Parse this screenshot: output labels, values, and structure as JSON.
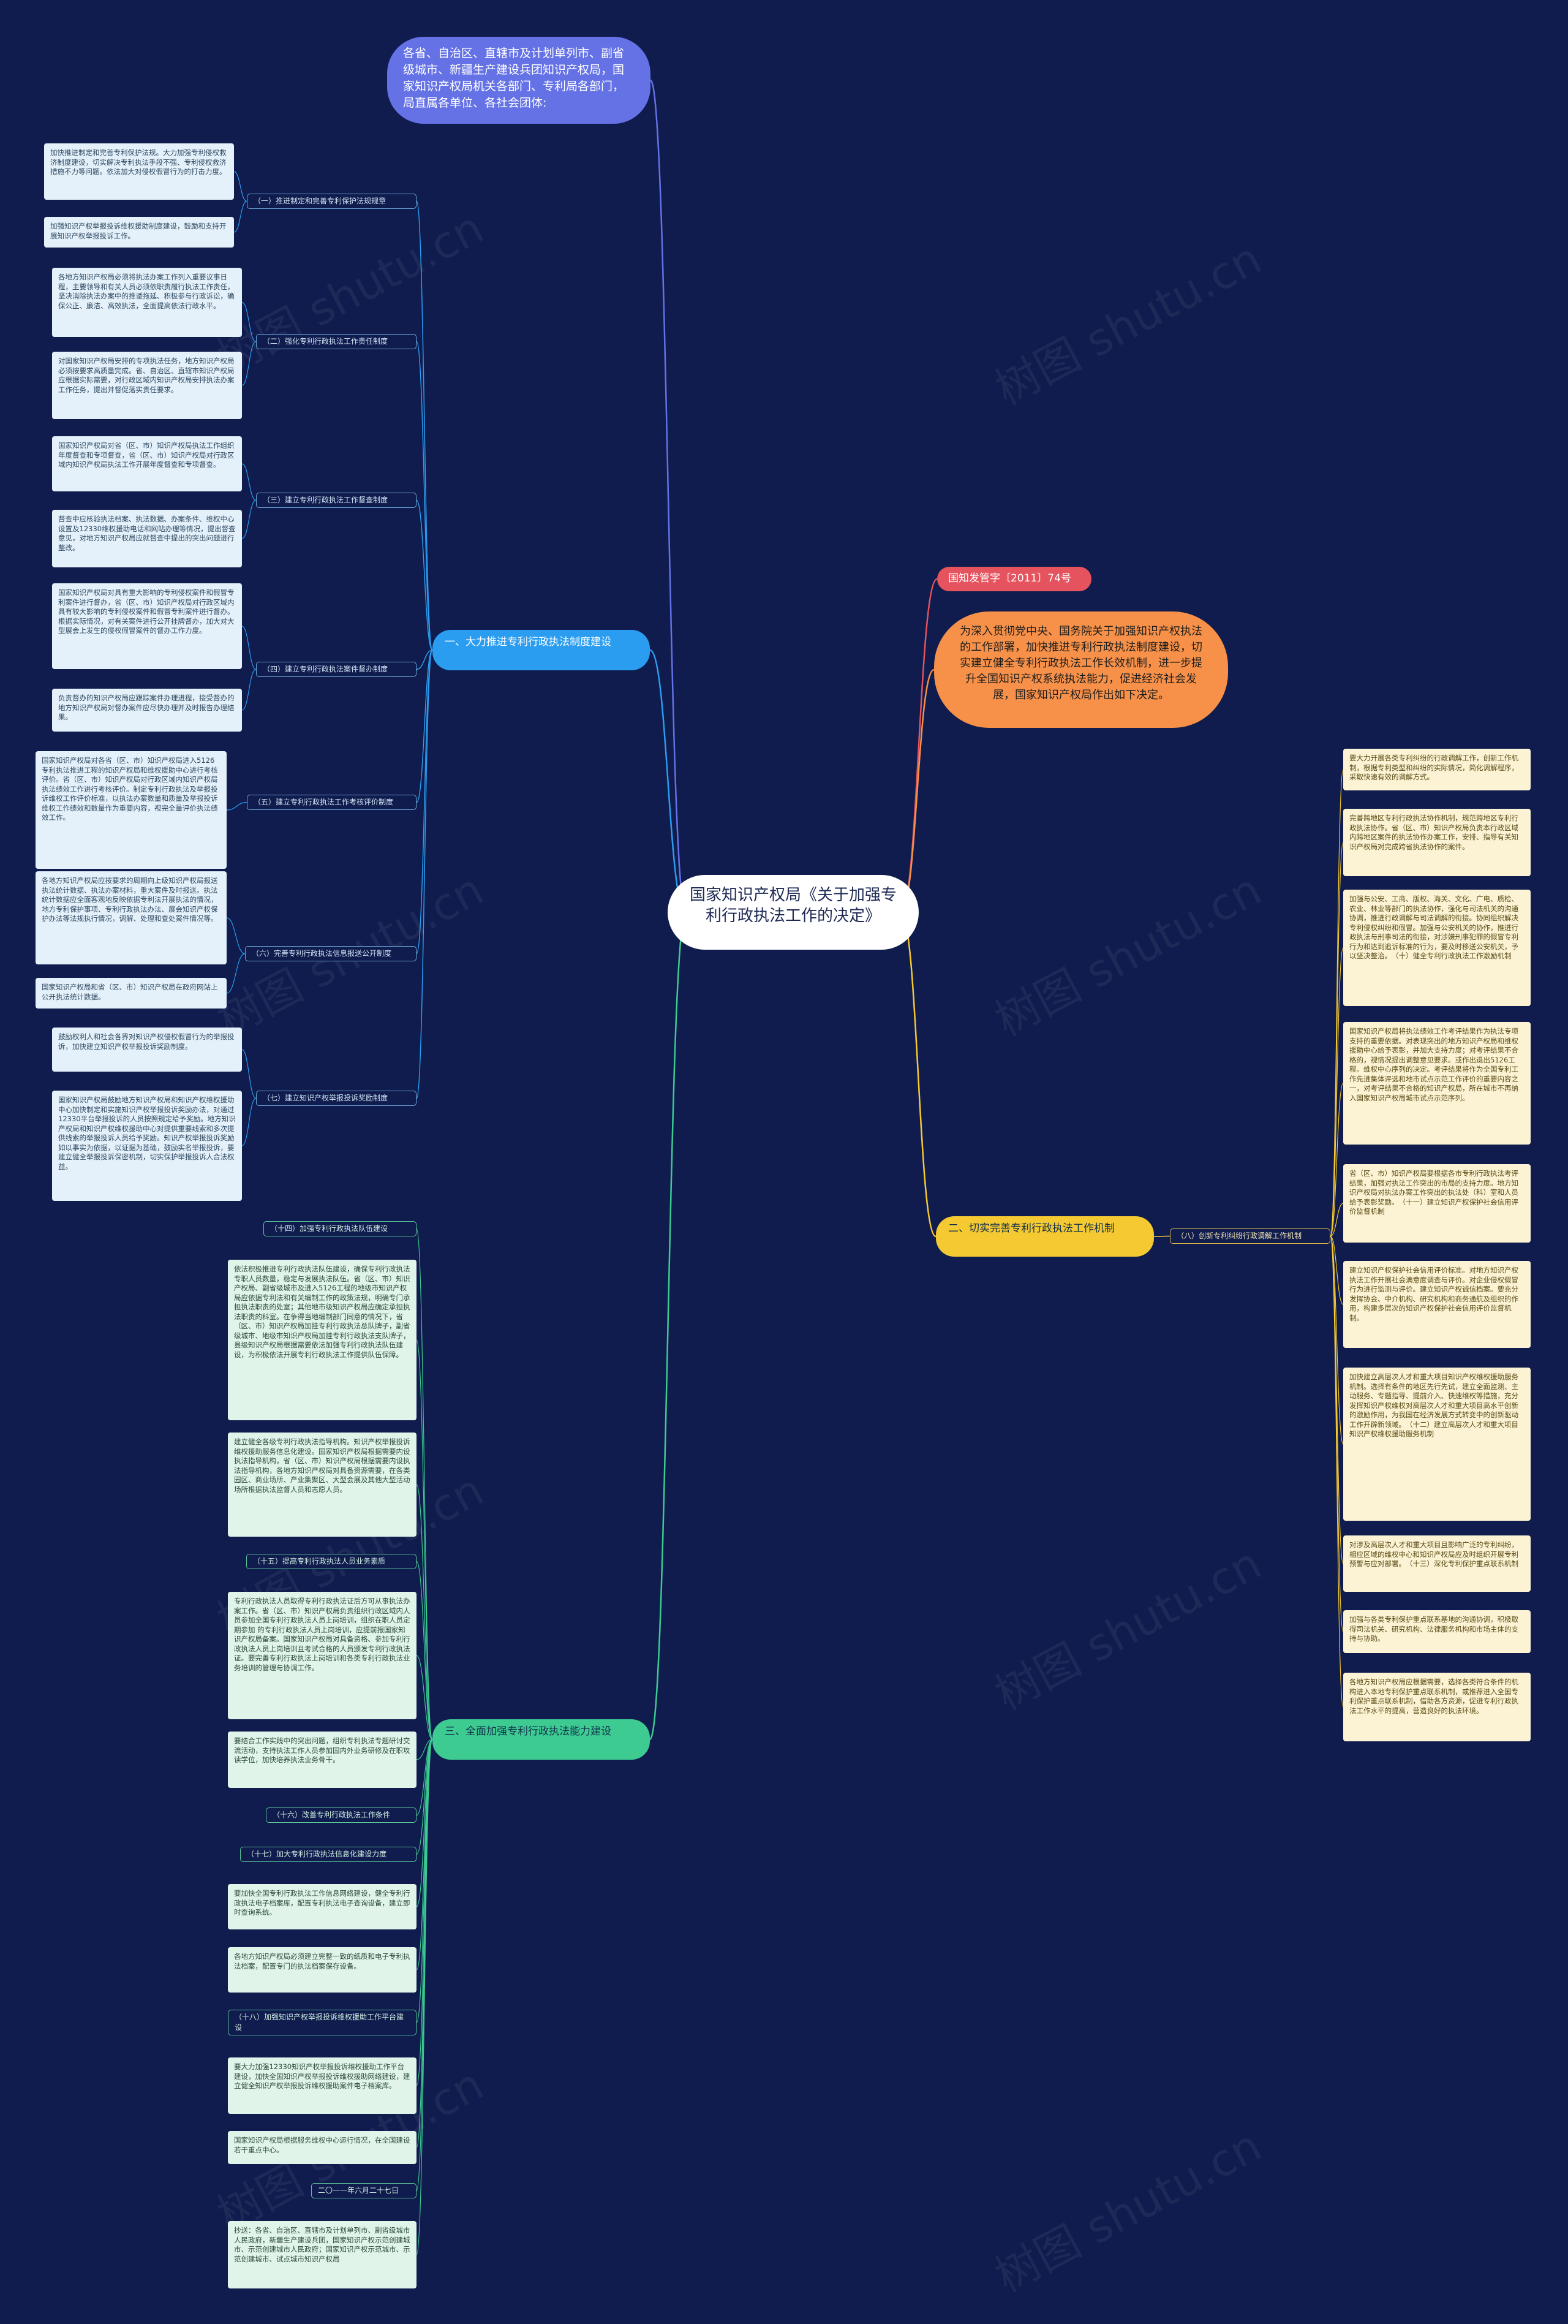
{
  "colors": {
    "background": "#0f1c4d",
    "branch1": "#2b9df0",
    "branch2": "#f5c932",
    "branch3": "#3dcb92",
    "intro": "#6472e6",
    "doc_no": "#e5535f",
    "preamble": "#f79149"
  },
  "root": "国家知识产权局《关于加强专利行政执法工作的决定》",
  "intro": "各省、自治区、直辖市及计划单列市、副省级城市、新疆生产建设兵团知识产权局，国家知识产权局机关各部门、专利局各部门，局直属各单位、各社会团体:",
  "doc_no": "国知发管字〔2011〕74号",
  "preamble": "为深入贯彻党中央、国务院关于加强知识产权执法的工作部署，加快推进专利行政执法制度建设，切实建立健全专利行政执法工作长效机制，进一步提升全国知识产权系统执法能力，促进经济社会发展，国家知识产权局作出如下决定。",
  "branch1": {
    "title": "一、大力推进专利行政执法制度建设",
    "items": [
      {
        "label": "（一）推进制定和完善专利保护法规规章",
        "boxes": [
          "加快推进制定和完善专利保护法规。大力加强专利侵权救济制度建设，切实解决专利执法手段不强、专利侵权救济措施不力等问题。依法加大对侵权假冒行为的打击力度。",
          "加强知识产权举报投诉维权援助制度建设，鼓励和支持开展知识产权举报投诉工作。"
        ]
      },
      {
        "label": "（二）强化专利行政执法工作责任制度",
        "boxes": [
          "各地方知识产权局必须将执法办案工作列入重要议事日程，主要领导和有关人员必须依职责履行执法工作责任，坚决消除执法办案中的推诿拖延、积极参与行政诉讼，确保公正、廉洁、高效执法，全面提高依法行政水平。",
          "对国家知识产权局安排的专项执法任务，地方知识产权局必须按要求高质量完成。省、自治区、直辖市知识产权局应根据实际需要，对行政区域内知识产权局安排执法办案工作任务，提出并督促落实责任要求。"
        ]
      },
      {
        "label": "（三）建立专利行政执法工作督查制度",
        "boxes": [
          "国家知识产权局对省（区、市）知识产权局执法工作组织年度督查和专项督查，省（区、市）知识产权局对行政区域内知识产权局执法工作开展年度督查和专项督查。",
          "督查中应核验执法档案、执法数据、办案条件、维权中心设置及12330维权援助电话和网站办理等情况，提出督查意见，对地方知识产权局应就督查中提出的突出问题进行整改。"
        ]
      },
      {
        "label": "（四）建立专利行政执法案件督办制度",
        "boxes": [
          "国家知识产权局对具有重大影响的专利侵权案件和假冒专利案件进行督办，省（区、市）知识产权局对行政区域内具有较大影响的专利侵权案件和假冒专利案件进行督办。根据实际情况，对有关案件进行公开挂牌督办，加大对大型展会上发生的侵权假冒案件的督办工作力度。",
          "负责督办的知识产权局应跟踪案件办理进程，接受督办的地方知识产权局对督办案件应尽快办理并及时报告办理结果。"
        ]
      },
      {
        "label": "（五）建立专利行政执法工作考核评价制度",
        "boxes": [
          "国家知识产权局对各省（区、市）知识产权局进入5126专利执法推进工程的知识产权局和维权援助中心进行考核评价。省（区、市）知识产权局对行政区域内知识产权局执法绩效工作进行考核评价。制定专利行政执法及举报投诉维权工作评价标准，以执法办案数量和质量及举报投诉维权工作绩效和数量作为重要内容，视完全量评价执法绩效工作。"
        ]
      },
      {
        "label": "（六）完善专利行政执法信息报送公开制度",
        "boxes": [
          "各地方知识产权局应按要求的周期向上级知识产权局报送执法统计数据、执法办案材料，重大案件及时报送。执法统计数据应全面客观地反映依据专利法开展执法的情况，地方专利保护事项、专利行政执法办法、展会知识产权保护办法等法规执行情况，调解、处理和查处案件情况等。",
          "国家知识产权局和省（区、市）知识产权局在政府网站上公开执法统计数据。"
        ]
      },
      {
        "label": "（七）建立知识产权举报投诉奖励制度",
        "boxes": [
          "鼓励权利人和社会各界对知识产权侵权假冒行为的举报投诉，加快建立知识产权举报投诉奖励制度。",
          "国家知识产权局鼓励地方知识产权局和知识产权维权援助中心加快制定和实施知识产权举报投诉奖励办法，对通过12330平台举报投诉的人员按照规定给予奖励。地方知识产权局和知识产权维权援助中心对提供重要线索和多次提供线索的举报投诉人员给予奖励。知识产权举报投诉奖励如以事实为依据，以证据为基础，鼓励实名举报投诉，要建立健全举报投诉保密机制，切实保护举报投诉人合法权益。"
        ]
      }
    ]
  },
  "branch2": {
    "title": "二、切实完善专利行政执法工作机制",
    "label": "（八）创新专利纠纷行政调解工作机制",
    "boxes": [
      "要大力开展各类专利纠纷的行政调解工作，创新工作机制，根据专利类型和纠纷的实际情况，简化调解程序，采取快速有效的调解方式。",
      "完善跨地区专利行政执法协作机制，规范跨地区专利行政执法协作。省（区、市）知识产权局负责本行政区域内跨地区案件的执法协作办案工作，安排、指导有关知识产权局对完成跨省执法协作的案件。",
      "加强与公安、工商、版权、海关、文化、广电、质检、农业、林业等部门的执法协作，强化与司法机关的沟通协调，推进行政调解与司法调解的衔接。协同组织解决专利侵权纠纷和假冒。加强与公安机关的协作，推进行政执法与刑事司法的衔接，对涉嫌刑事犯罪的假冒专利行为和达到追诉标准的行为，要及时移送公安机关，予以坚决整治。　（十）健全专利行政执法工作激励机制",
      "国家知识产权局将执法绩效工作考评结果作为执法专项支持的重要依据。对表现突出的地方知识产权局和维权援助中心给予表彰，并加大支持力度；对考评结果不合格的，视情况提出调整意见要求。或作出退出5126工程。维权中心序列的决定。考评结果将作为全国专利工作先进集体评选和地市试点示范工作评价的重要内容之一，对考评结果不合格的知识产权局，所在城市不再纳入国家知识产权局城市试点示范序列。",
      "省（区、市）知识产权局要根据各市专利行政执法考评结果，加强对执法工作突出的市局的支持力度。地方知识产权局对执法办案工作突出的执法处（科）室和人员给予表彰奖励。　（十一）建立知识产权保护社会信用评价监督机制",
      "建立知识产权保护社会信用评价标准。对地方知识产权执法工作开展社会满意度调查与评价。对企业侵权假冒行为进行监测与评价。建立知识产权诚信档案。要充分发挥协会、中介机构、研究机构和商务通航及组织的作用，构建多层次的知识产权保护社会信用评价监督机制。",
      "加快建立高层次人才和重大项目知识产权维权援助服务机制。选择有条件的地区先行先试，建立全面监测、主动服务、专题指导、提前介入、快速维权等措施，充分发挥知识产权维权对高层次人才和重大项目高水平创新的激励作用，为我国在经济发展方式转变中的创新驱动工作开辟新领域。　（十二）建立高层次人才和重大项目知识产权维权援助服务机制",
      "对涉及高层次人才和重大项目且影响广泛的专利纠纷，相应区域的维权中心和知识产权局应及时组织开展专利预警与应对部署。　（十三）深化专利保护重点联系机制",
      "加强与各类专利保护重点联系基地的沟通协调，积极取得司法机关、研究机构、法律服务机构和市场主体的支持与协助。",
      "各地方知识产权局应根据需要，选择各类符合条件的机构进入本地专利保护重点联系机制，或推荐进入全国专利保护重点联系机制，借助各方资源，促进专利行政执法工作水平的提高，营造良好的执法环境。"
    ]
  },
  "branch3": {
    "title": "三、全面加强专利行政执法能力建设",
    "items": [
      {
        "type": "label",
        "text": "（十四）加强专利行政执法队伍建设"
      },
      {
        "type": "box",
        "text": "依法积极推进专利行政执法队伍建设，确保专利行政执法专职人员数量，稳定与发展执法队伍。省（区、市）知识产权局、副省级城市及进入5126工程的地级市知识产权局应依据专利法和有关编制工作的政策法规，明确专门承担执法职责的处室；其他地市级知识产权局应确定承担执法职责的科室。在争得当地编制部门同意的情况下，省（区、市）知识产权局加挂专利行政执法总队牌子，副省级城市、地级市知识产权局加挂专利行政执法支队牌子，县级知识产权局根据需要依法加强专利行政执法队伍建设，为积极依法开展专利行政执法工作提供队伍保障。"
      },
      {
        "type": "box",
        "text": "建立健全各级专利行政执法指导机构。知识产权举报投诉维权援助服务信息化建设。国家知识产权局根据需要内设执法指导机构，省（区、市）知识产权局根据需要内设执法指导机构，各地方知识产权局对具备资源需要，在各类园区、商业场所、产业集聚区、大型会展及其他大型活动场所根据执法监督人员和志愿人员。"
      },
      {
        "type": "label",
        "text": "（十五）提高专利行政执法人员业务素质"
      },
      {
        "type": "box",
        "text": "专利行政执法人员取得专利行政执法证后方可从事执法办案工作。省（区、市）知识产权局负责组织行政区域内人员参加全国专利行政执法人员上岗培训，组织在职人员定期参加 的专利行政执法人员上岗培训，应提前报国家知识产权局备案。国家知识产权局对具备资格、参加专利行政执法人员上岗培训且考试合格的人员颁发专利行政执法证。要完善专利行政执法上岗培训和各类专利行政执法业务培训的管理与协调工作。"
      },
      {
        "type": "box",
        "text": "要结合工作实践中的突出问题，组织专利执法专题研讨交流活动，支持执法工作人员参加国内外业务研修及在职攻读学位，加快培养执法业务骨干。"
      },
      {
        "type": "label",
        "text": "（十六）改善专利行政执法工作条件"
      },
      {
        "type": "label",
        "text": "（十七）加大专利行政执法信息化建设力度"
      },
      {
        "type": "box",
        "text": "要加快全国专利行政执法工作信息网络建设，健全专利行政执法电子档案库，配置专利执法电子查询设备，建立即时查询系统。"
      },
      {
        "type": "box",
        "text": "各地方知识产权局必须建立完整一致的纸质和电子专利执法档案，配置专门的执法档案保存设备。"
      },
      {
        "type": "label",
        "text": "（十八）加强知识产权举报投诉维权援助工作平台建设"
      },
      {
        "type": "box",
        "text": "要大力加强12330知识产权举报投诉维权援助工作平台建设，加快全国知识产权举报投诉维权援助网络建设，建立健全知识产权举报投诉维权援助案件电子档案库。"
      },
      {
        "type": "box",
        "text": "国家知识产权局根据服务维权中心运行情况，在全国建设若干重点中心。"
      },
      {
        "type": "label",
        "text": "二〇一一年六月二十七日"
      },
      {
        "type": "box",
        "text": "抄送：各省、自治区、直辖市及计划单列市、副省级城市人民政府，新疆生产建设兵团，国家知识产权示范创建城市、示范创建城市人民政府；国家知识产权示范城市、示范创建城市、试点城市知识产权局"
      }
    ]
  },
  "watermark": [
    "树图 shutu.cn",
    "树图 shutu.cn",
    "树图 shutu.cn",
    "树图 shutu.cn",
    "树图 shutu.cn",
    "树图 shutu.cn",
    "树图 shutu.cn",
    "树图 shutu.cn"
  ]
}
